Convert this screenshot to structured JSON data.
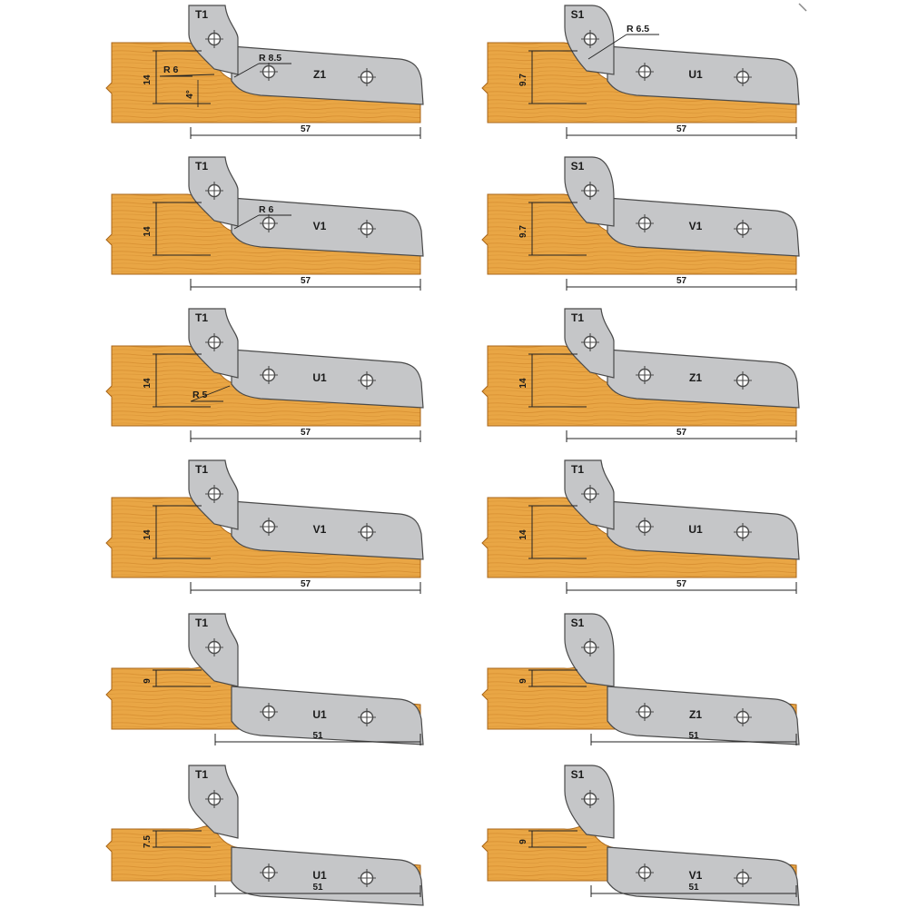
{
  "colors": {
    "wood_fill": "#e9a645",
    "wood_grain": "#d99133",
    "wood_edge": "#a8661a",
    "steel_fill": "#c5c6c8",
    "steel_edge": "#4a4a4a",
    "line": "#222222"
  },
  "profiles": [
    {
      "id": "p1",
      "cutter_top": "T1",
      "cutter_main": "Z1",
      "height": "14",
      "width": "57",
      "radii": [
        "R 6",
        "R 8.5"
      ],
      "angle": "4°"
    },
    {
      "id": "p2",
      "cutter_top": "S1",
      "cutter_main": "U1",
      "height": "9.7",
      "width": "57",
      "radii": [
        "R 6.5"
      ]
    },
    {
      "id": "p3",
      "cutter_top": "T1",
      "cutter_main": "V1",
      "height": "14",
      "width": "57",
      "radii": [
        "R 6"
      ]
    },
    {
      "id": "p4",
      "cutter_top": "S1",
      "cutter_main": "V1",
      "height": "9.7",
      "width": "57",
      "radii": []
    },
    {
      "id": "p5",
      "cutter_top": "T1",
      "cutter_main": "U1",
      "height": "14",
      "width": "57",
      "radii": [
        "R 5"
      ]
    },
    {
      "id": "p6",
      "cutter_top": "T1",
      "cutter_main": "Z1",
      "height": "14",
      "width": "57",
      "radii": []
    },
    {
      "id": "p7",
      "cutter_top": "T1",
      "cutter_main": "V1",
      "height": "14",
      "width": "57",
      "radii": []
    },
    {
      "id": "p8",
      "cutter_top": "T1",
      "cutter_main": "U1",
      "height": "14",
      "width": "57",
      "radii": []
    },
    {
      "id": "p9",
      "cutter_top": "T1",
      "cutter_main": "U1",
      "height": "9",
      "width": "51",
      "radii": []
    },
    {
      "id": "p10",
      "cutter_top": "S1",
      "cutter_main": "Z1",
      "height": "9",
      "width": "51",
      "radii": []
    },
    {
      "id": "p11",
      "cutter_top": "T1",
      "cutter_main": "U1",
      "height": "7.5",
      "width": "51",
      "radii": []
    },
    {
      "id": "p12",
      "cutter_top": "S1",
      "cutter_main": "V1",
      "height": "9",
      "width": "51",
      "radii": []
    }
  ]
}
